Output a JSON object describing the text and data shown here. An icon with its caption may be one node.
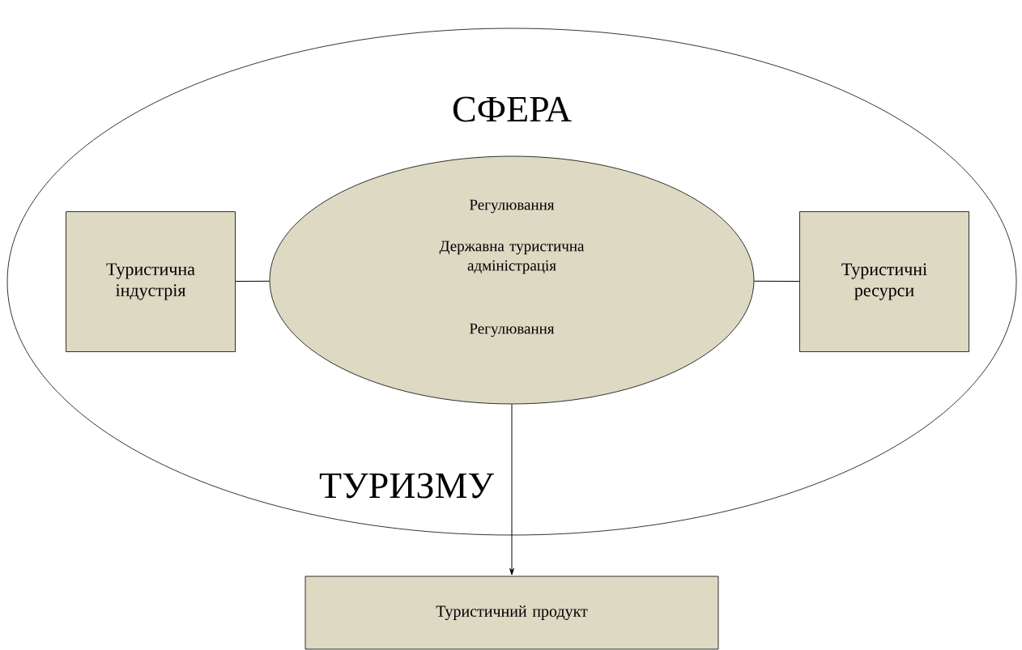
{
  "diagram": {
    "nodes": [
      {
        "text": [
          "СФЕРА",
          "ТУРИЗМУ"
        ]
      },
      {
        "text": [
          "Регулювання",
          "Державна туристична адміністрація",
          "Регулювання"
        ],
        "in": 0
      },
      {
        "text": [
          "Туристична індустрія"
        ],
        "in": 0
      },
      {
        "text": [
          "Туристичні ресурси"
        ],
        "in": 0
      },
      {
        "text": [
          "Туристичний продукт"
        ]
      }
    ],
    "edges": [
      {
        "from": 2,
        "to": 1,
        "arrow": "none"
      },
      {
        "from": 1,
        "to": 3,
        "arrow": "none"
      },
      {
        "from": 1,
        "to": 4,
        "arrow": "to"
      }
    ]
  }
}
